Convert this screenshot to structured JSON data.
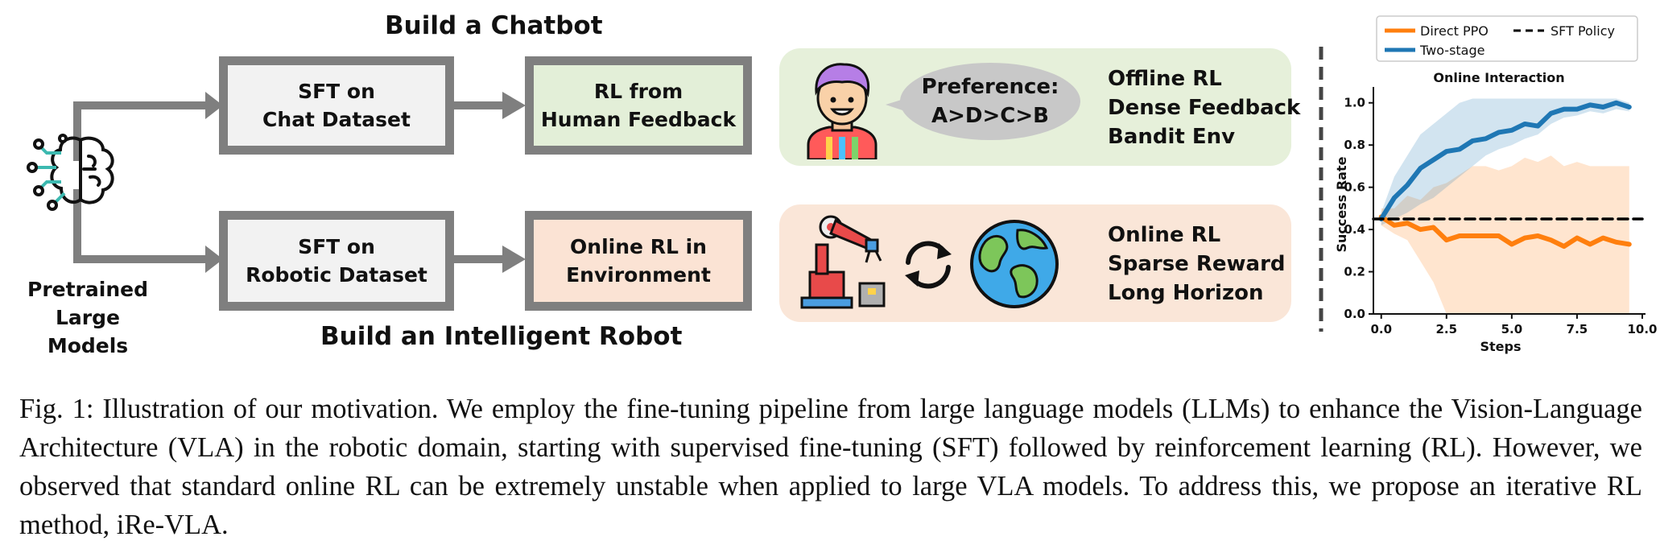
{
  "diagram": {
    "chatbot_title": "Build a Chatbot",
    "robot_title": "Build an Intelligent Robot",
    "pretrained_label": "Pretrained\nLarge Models",
    "boxes": {
      "sft_chat": "SFT on\nChat Dataset",
      "rlhf": "RL from\nHuman Feedback",
      "sft_robot": "SFT on\nRobotic Dataset",
      "online_rl_env": "Online RL in\nEnvironment"
    },
    "chat_panel": {
      "bubble_line1": "Preference:",
      "bubble_line2": "A>D>C>B",
      "line1": "Offline RL",
      "line2": "Dense Feedback",
      "line3": "Bandit Env"
    },
    "robot_panel": {
      "line1": "Online RL",
      "line2": "Sparse Reward",
      "line3": "Long Horizon"
    },
    "colors": {
      "chat_panel_bg": "#e6f0da",
      "robot_panel_bg": "#fae6d8",
      "rlhf_box_bg": "#e3efd8",
      "env_box_bg": "#fbe3d4",
      "sft_box_bg": "#f2f2f2",
      "arrow_gray": "#7f7f7f"
    }
  },
  "chart_data": {
    "type": "line",
    "title": "Online Interaction",
    "xlabel": "Steps",
    "ylabel": "Success Rate",
    "xlim": [
      -0.3,
      10.0
    ],
    "ylim": [
      0.0,
      1.06
    ],
    "xticks": [
      "0.0",
      "2.5",
      "5.0",
      "7.5",
      "10.0"
    ],
    "yticks": [
      "0.0",
      "0.2",
      "0.4",
      "0.6",
      "0.8",
      "1.0"
    ],
    "legend_position": "top",
    "series": [
      {
        "name": "Direct PPO",
        "color": "#ff7f0e",
        "x": [
          0.0,
          0.5,
          1.0,
          1.5,
          2.0,
          2.5,
          3.0,
          3.5,
          4.0,
          4.5,
          5.0,
          5.5,
          6.0,
          6.5,
          7.0,
          7.5,
          8.0,
          8.5,
          9.0,
          9.5
        ],
        "values": [
          0.46,
          0.42,
          0.43,
          0.4,
          0.41,
          0.35,
          0.37,
          0.37,
          0.37,
          0.37,
          0.33,
          0.36,
          0.37,
          0.35,
          0.32,
          0.36,
          0.33,
          0.36,
          0.34,
          0.33
        ],
        "lower": [
          0.42,
          0.38,
          0.35,
          0.25,
          0.15,
          0.0,
          0.0,
          0.0,
          0.0,
          0.0,
          0.0,
          0.0,
          0.0,
          0.0,
          0.0,
          0.0,
          0.0,
          0.0,
          0.0,
          0.0
        ],
        "upper": [
          0.5,
          0.5,
          0.56,
          0.54,
          0.6,
          0.62,
          0.66,
          0.7,
          0.7,
          0.68,
          0.7,
          0.74,
          0.72,
          0.75,
          0.7,
          0.72,
          0.7,
          0.7,
          0.7,
          0.7
        ]
      },
      {
        "name": "Two-stage",
        "color": "#1f77b4",
        "x": [
          0.0,
          0.5,
          1.0,
          1.5,
          2.0,
          2.5,
          3.0,
          3.5,
          4.0,
          4.5,
          5.0,
          5.5,
          6.0,
          6.5,
          7.0,
          7.5,
          8.0,
          8.5,
          9.0,
          9.5
        ],
        "values": [
          0.45,
          0.55,
          0.61,
          0.69,
          0.73,
          0.77,
          0.78,
          0.82,
          0.83,
          0.86,
          0.87,
          0.9,
          0.89,
          0.95,
          0.97,
          0.97,
          0.99,
          0.98,
          1.0,
          0.98
        ],
        "lower": [
          0.42,
          0.45,
          0.48,
          0.52,
          0.55,
          0.6,
          0.65,
          0.7,
          0.75,
          0.78,
          0.8,
          0.83,
          0.85,
          0.9,
          0.93,
          0.94,
          0.96,
          0.95,
          0.97,
          0.96
        ],
        "upper": [
          0.48,
          0.65,
          0.75,
          0.85,
          0.9,
          0.95,
          1.0,
          1.02,
          1.02,
          1.02,
          1.02,
          1.02,
          1.02,
          1.02,
          1.02,
          1.02,
          1.02,
          1.02,
          1.02,
          1.0
        ]
      },
      {
        "name": "SFT Policy",
        "color": "#000000",
        "dashed": true,
        "x": [
          -0.3,
          10.0
        ],
        "values": [
          0.45,
          0.45
        ]
      }
    ]
  },
  "caption": "Fig. 1: Illustration of our motivation. We employ the fine-tuning pipeline from large language models (LLMs) to enhance the Vision-Language Architecture (VLA) in the robotic domain, starting with supervised fine-tuning (SFT) followed by reinforcement learning (RL). However, we observed that standard online RL can be extremely unstable when applied to large VLA models. To address this, we propose an iterative RL method, iRe-VLA."
}
